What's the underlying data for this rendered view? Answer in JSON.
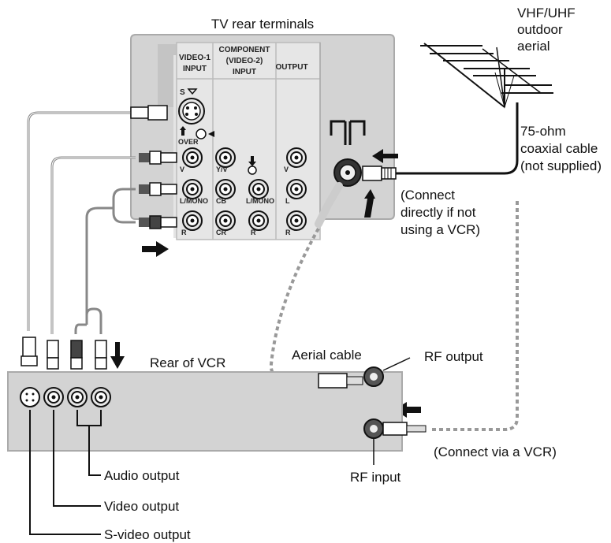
{
  "labels": {
    "tv_rear_terminals": "TV rear terminals",
    "aerial_l1": "VHF/UHF",
    "aerial_l2": "outdoor",
    "aerial_l3": "aerial",
    "coax_l1": "75-ohm",
    "coax_l2": "coaxial cable",
    "coax_l3": "(not supplied)",
    "direct_l1": "(Connect",
    "direct_l2": "directly if not",
    "direct_l3": "using a VCR)",
    "aerial_cable": "Aerial cable",
    "rear_of_vcr": "Rear of VCR",
    "rf_output": "RF output",
    "rf_input": "RF input",
    "connect_via_vcr": "(Connect via a VCR)",
    "audio_output": "Audio output",
    "video_output": "Video output",
    "s_video_output": "S-video output"
  },
  "panel": {
    "video1_l1": "VIDEO-1",
    "video1_l2": "INPUT",
    "component_l1": "COMPONENT",
    "component_l2": "(VIDEO-2)",
    "component_l3": "INPUT",
    "output": "OUTPUT",
    "s_label": "S",
    "over": "OVER",
    "v": "V",
    "l_mono": "L/MONO",
    "r": "R",
    "y_v": "Y/V",
    "cb": "CB",
    "cr": "CR",
    "l": "L",
    "ant_symbol": "┬┬"
  }
}
